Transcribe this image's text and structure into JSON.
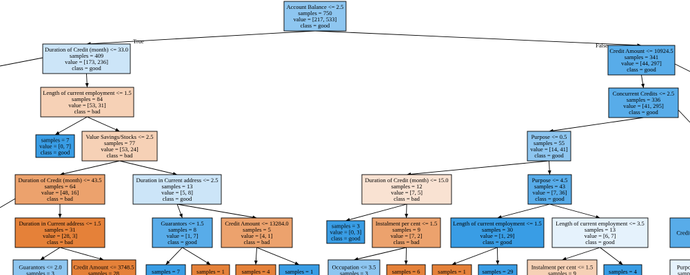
{
  "colors": {
    "good_dark": "#399de5",
    "good_mid": "#58ace9",
    "good_light": "#8ec6f0",
    "good_pale": "#cce5f8",
    "good_faint": "#e5f2fc",
    "bad_dark": "#e58139",
    "bad_mid": "#eca26d",
    "bad_light": "#f6d1b6",
    "bad_pale": "#f9e2d2",
    "edge": "#000000"
  },
  "edge_labels": {
    "true": "True",
    "false": "False"
  },
  "nodes": [
    {
      "id": "root",
      "lines": [
        "Account Balance <= 2.5",
        "samples = 750",
        "value = [217, 533]",
        "class = good"
      ],
      "color": "good_light"
    },
    {
      "id": "n1",
      "lines": [
        "Duration of Credit (month) <= 33.0",
        "samples = 409",
        "value = [173, 236]",
        "class = good"
      ],
      "color": "good_pale"
    },
    {
      "id": "n2",
      "lines": [
        "Length of current employment <= 1.5",
        "samples = 84",
        "value = [53, 31]",
        "class = bad"
      ],
      "color": "bad_light"
    },
    {
      "id": "n3",
      "lines": [
        "samples = 7",
        "value = [0, 7]",
        "class = good"
      ],
      "color": "good_dark"
    },
    {
      "id": "n4",
      "lines": [
        "Value Savings/Stocks <= 2.5",
        "samples = 77",
        "value = [53, 24]",
        "class = bad"
      ],
      "color": "bad_light"
    },
    {
      "id": "n5",
      "lines": [
        "Duration of Credit (month) <= 43.5",
        "samples = 64",
        "value = [48, 16]",
        "class = bad"
      ],
      "color": "bad_mid"
    },
    {
      "id": "n6",
      "lines": [
        "Duration in Current address <= 2.5",
        "samples = 13",
        "value = [5, 8]",
        "class = good"
      ],
      "color": "good_pale"
    },
    {
      "id": "n7",
      "lines": [
        "Duration in Current address <= 1.5",
        "samples = 31",
        "value = [28, 3]",
        "class = bad"
      ],
      "color": "bad_dark"
    },
    {
      "id": "n8",
      "lines": [
        "Guarantors <= 1.5",
        "samples = 8",
        "value = [1, 7]",
        "class = good"
      ],
      "color": "good_mid"
    },
    {
      "id": "n9",
      "lines": [
        "Credit Amount <= 13284.0",
        "samples = 5",
        "value = [4, 1]",
        "class = bad"
      ],
      "color": "bad_mid"
    },
    {
      "id": "n10",
      "lines": [
        "Guarantors <= 2.0",
        "samples = 3"
      ],
      "color": "good_light"
    },
    {
      "id": "n11",
      "lines": [
        "Credit Amount <= 3748.5",
        "samples = 28"
      ],
      "color": "bad_dark"
    },
    {
      "id": "n12",
      "lines": [
        "samples = 7"
      ],
      "color": "good_dark"
    },
    {
      "id": "n13",
      "lines": [
        "samples = 1"
      ],
      "color": "bad_dark"
    },
    {
      "id": "n14",
      "lines": [
        "samples = 4"
      ],
      "color": "bad_dark"
    },
    {
      "id": "n15",
      "lines": [
        "samples = 1"
      ],
      "color": "good_dark"
    },
    {
      "id": "r1",
      "lines": [
        "Credit Amount <= 10924.5",
        "samples = 341",
        "value = [44, 297]",
        "class = good"
      ],
      "color": "good_mid"
    },
    {
      "id": "r2",
      "lines": [
        "Concurrent Credits <= 2.5",
        "samples = 336",
        "value = [41, 295]",
        "class = good"
      ],
      "color": "good_mid"
    },
    {
      "id": "r3",
      "lines": [
        "Purpose <= 0.5",
        "samples = 55",
        "value = [14, 41]",
        "class = good"
      ],
      "color": "good_light"
    },
    {
      "id": "r4",
      "lines": [
        "Duration of Credit (month) <= 15.0",
        "samples = 12",
        "value = [7, 5]",
        "class = bad"
      ],
      "color": "bad_pale"
    },
    {
      "id": "r5",
      "lines": [
        "Purpose <= 4.5",
        "samples = 43",
        "value = [7, 36]",
        "class = good"
      ],
      "color": "good_mid"
    },
    {
      "id": "r6",
      "lines": [
        "samples = 3",
        "value = [0, 3]",
        "class = good"
      ],
      "color": "good_dark"
    },
    {
      "id": "r7",
      "lines": [
        "Instalment per cent <= 1.5",
        "samples = 9",
        "value = [7, 2]",
        "class = bad"
      ],
      "color": "bad_mid"
    },
    {
      "id": "r8",
      "lines": [
        "Length of current employment <= 1.5",
        "samples = 30",
        "value = [1, 29]",
        "class = good"
      ],
      "color": "good_dark"
    },
    {
      "id": "r9",
      "lines": [
        "Length of current employment <= 3.5",
        "samples = 13",
        "value = [6, 7]",
        "class = good"
      ],
      "color": "good_faint"
    },
    {
      "id": "r10",
      "lines": [
        "Occupation <= 3.5",
        "samples = 3"
      ],
      "color": "good_light"
    },
    {
      "id": "r11",
      "lines": [
        "samples = 6"
      ],
      "color": "bad_dark"
    },
    {
      "id": "r12",
      "lines": [
        "samples = 1"
      ],
      "color": "bad_dark"
    },
    {
      "id": "r13",
      "lines": [
        "samples = 29"
      ],
      "color": "good_dark"
    },
    {
      "id": "r14",
      "lines": [
        "Instalment per cent <= 1.5",
        "samples = 9"
      ],
      "color": "bad_light"
    },
    {
      "id": "r15",
      "lines": [
        "samples = 4"
      ],
      "color": "good_dark"
    },
    {
      "id": "e1",
      "lines": [
        "Credit"
      ],
      "color": "good_mid"
    },
    {
      "id": "e2",
      "lines": [
        "Purpo",
        "samp"
      ],
      "color": "good_faint"
    }
  ]
}
